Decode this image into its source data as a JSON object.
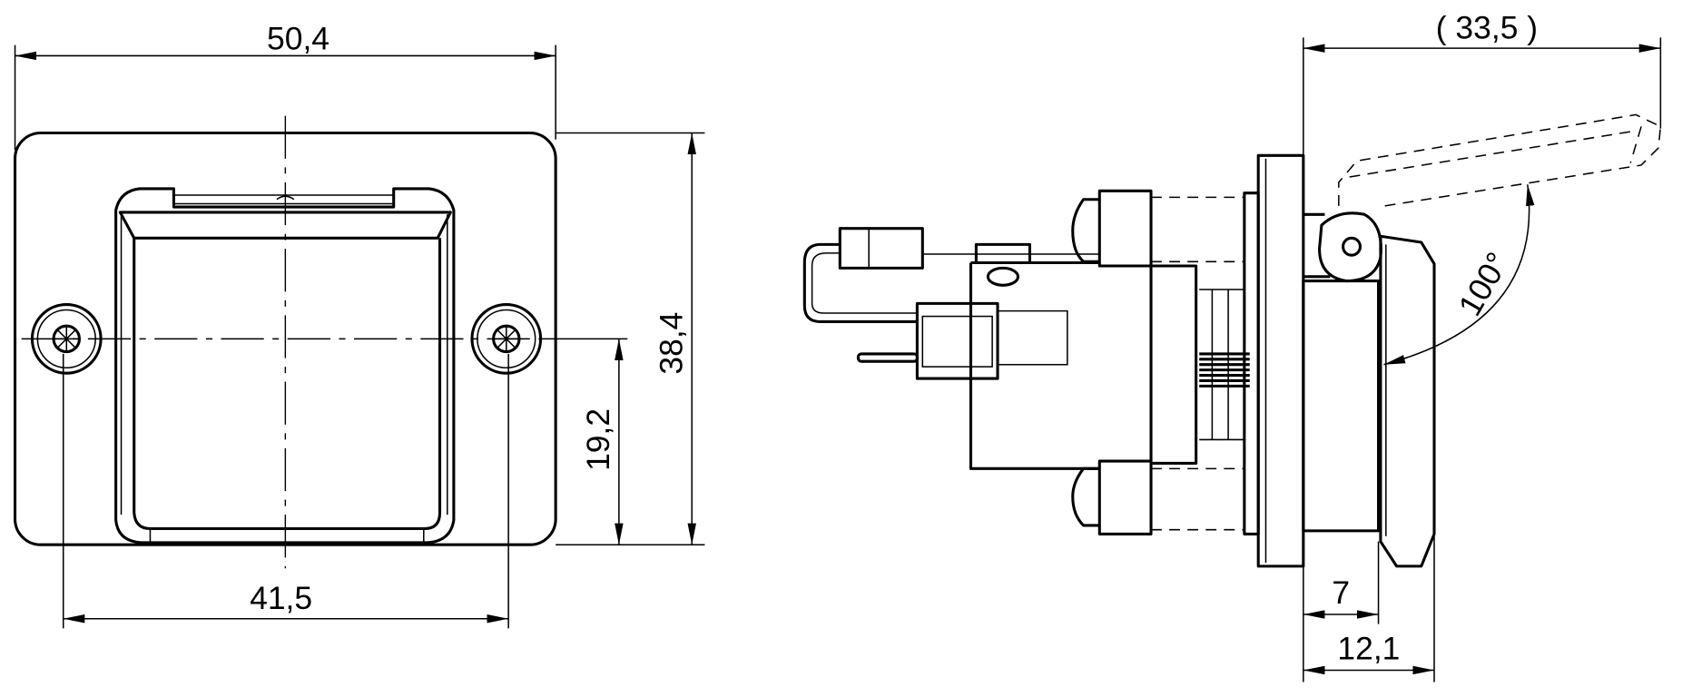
{
  "front_view": {
    "dim_width": "50,4",
    "dim_screw_spacing": "41,5",
    "dim_height": "38,4",
    "dim_center_height": "19,2"
  },
  "side_view": {
    "dim_lever_open": "( 33,5 )",
    "dim_angle": "100°",
    "dim_depth_body": "7",
    "dim_depth_total": "12,1"
  }
}
